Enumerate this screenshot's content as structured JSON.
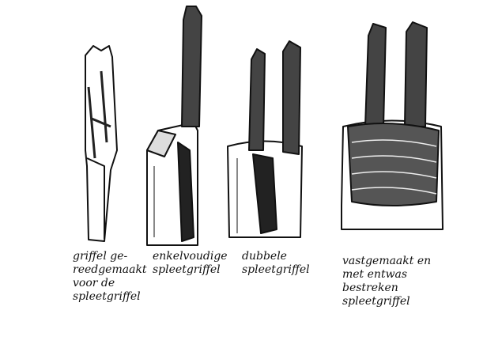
{
  "figures": [
    {
      "lines": [
        "griffel ge-",
        "reedgemaakt",
        "voor de",
        "spleetgriffel"
      ]
    },
    {
      "lines": [
        "enkelvoudige",
        "spleetgriffel"
      ]
    },
    {
      "lines": [
        "dubbele",
        "spleetgriffel"
      ]
    },
    {
      "lines": [
        "vastgemaakt en",
        "met entwas",
        "bestreken",
        "spleetgriffel"
      ]
    }
  ]
}
